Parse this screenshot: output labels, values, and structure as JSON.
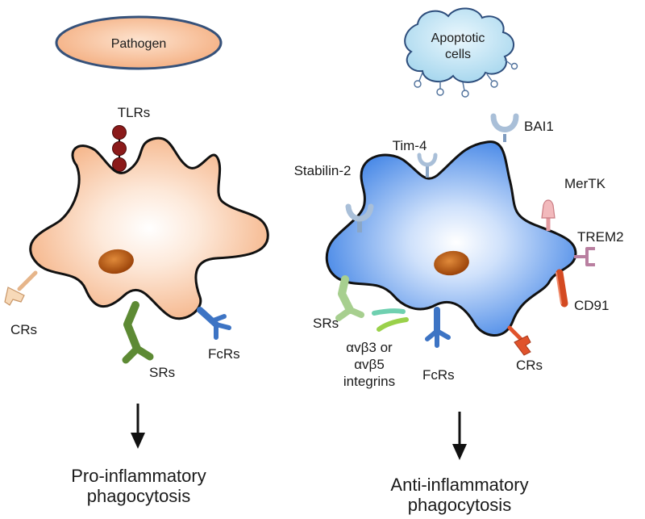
{
  "left_panel": {
    "trigger": "Pathogen",
    "outcome_line1": "Pro-inflammatory",
    "outcome_line2": "phagocytosis",
    "receptors": {
      "tlrs": "TLRs",
      "crs": "CRs",
      "srs": "SRs",
      "fcrs": "FcRs"
    }
  },
  "right_panel": {
    "trigger_line1": "Apoptotic",
    "trigger_line2": "cells",
    "outcome_line1": "Anti-inflammatory",
    "outcome_line2": "phagocytosis",
    "receptors": {
      "bai1": "BAI1",
      "tim4": "Tim-4",
      "stabilin2": "Stabilin-2",
      "mertk": "MerTK",
      "trem2": "TREM2",
      "cd91": "CD91",
      "srs": "SRs",
      "integrins_line1": "αvβ3 or",
      "integrins_line2": "αvβ5",
      "integrins_line3": "integrins",
      "fcrs": "FcRs",
      "crs": "CRs"
    }
  },
  "colors": {
    "left_cell": "#f6b98f",
    "right_cell": "#4f8ee8",
    "nucleus": "#b4540f",
    "tlr": "#8b1a1a",
    "pathogen_fill": "#f8c29c",
    "pathogen_stroke": "#35517a",
    "cloud_fill": "#bfe3f3"
  }
}
